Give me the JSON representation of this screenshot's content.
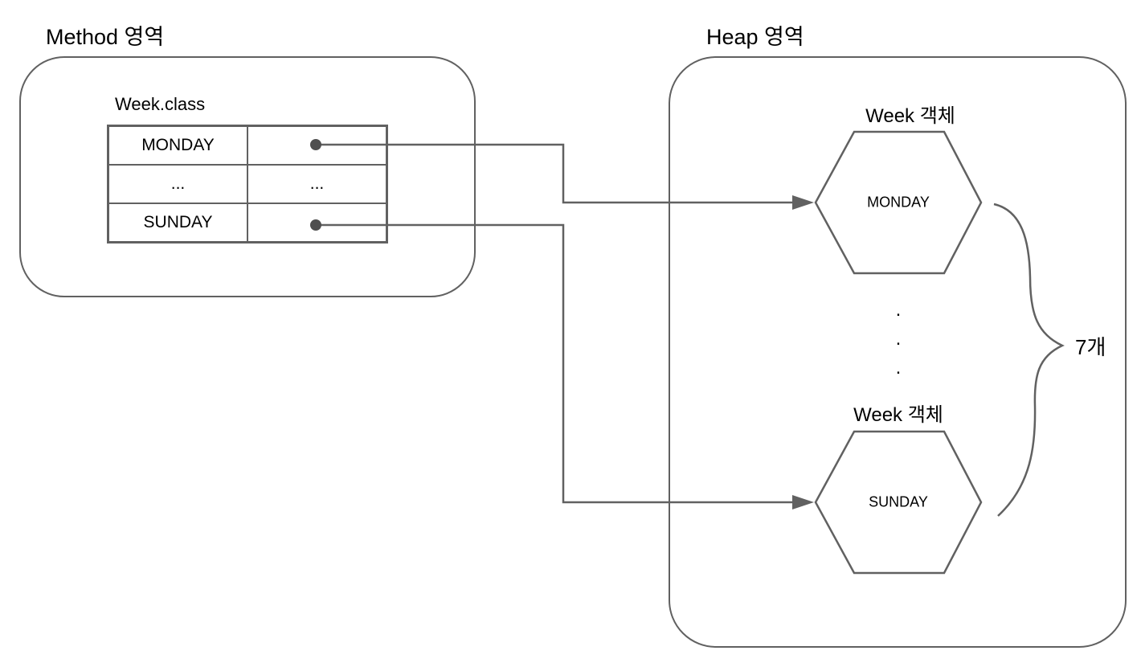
{
  "colors": {
    "stroke": "#616161",
    "text": "#000000",
    "dot": "#4f4f4f",
    "bg": "#ffffff"
  },
  "method_area": {
    "title": "Method 영역",
    "class_label": "Week.class",
    "table": {
      "rows": [
        {
          "name": "MONDAY",
          "pointer": "dot"
        },
        {
          "name": "...",
          "pointer": "..."
        },
        {
          "name": "SUNDAY",
          "pointer": "dot"
        }
      ]
    }
  },
  "heap_area": {
    "title": "Heap 영역",
    "objects": [
      {
        "label": "Week 객체",
        "value": "MONDAY"
      },
      {
        "label": "Week 객체",
        "value": "SUNDAY"
      }
    ],
    "ellipsis": ".\n.\n.",
    "count_label": "7개"
  }
}
